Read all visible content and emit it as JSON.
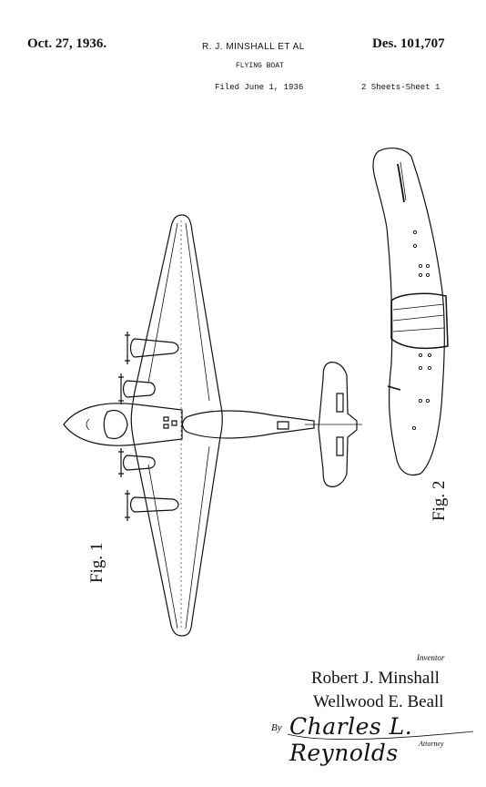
{
  "header": {
    "date": "Oct. 27, 1936.",
    "inventors": "R. J. MINSHALL ET AL",
    "patent_number": "Des. 101,707",
    "subtitle": "FLYING BOAT",
    "filed": "Filed June 1, 1936",
    "sheets": "2 Sheets-Sheet 1"
  },
  "figures": {
    "fig1_label": "Fig. 1",
    "fig2_label": "Fig. 2"
  },
  "signatures": {
    "inventor_label": "Inventor",
    "inventor_1": "Robert J. Minshall",
    "inventor_2": "Wellwood E. Beall",
    "by": "By",
    "attorney": "Charles L. Reynolds",
    "attorney_label": "Attorney"
  },
  "colors": {
    "ink": "#111111",
    "paper": "#ffffff"
  }
}
